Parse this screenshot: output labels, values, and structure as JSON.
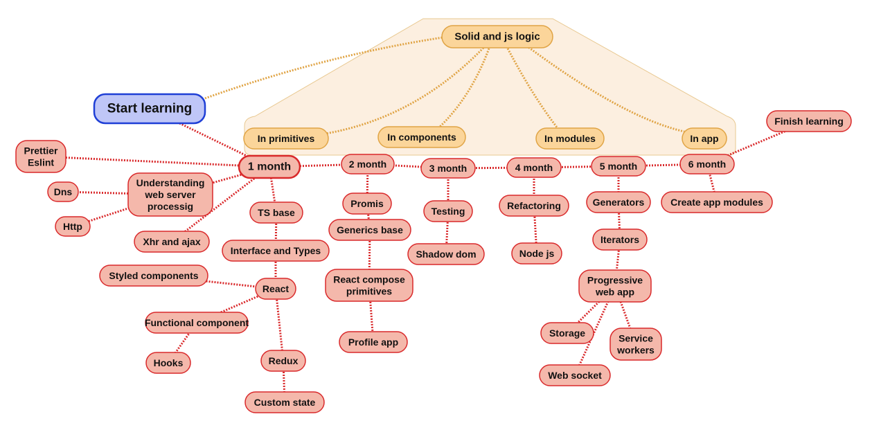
{
  "diagram": {
    "colors": {
      "node_fill": "#f4b8ab",
      "node_stroke": "#d9292b",
      "edge": "#d9292b",
      "group_fill": "#fcefe0",
      "group_stroke": "#e8c890",
      "group_node_fill": "#fbd59a",
      "group_node_stroke": "#e0a445",
      "group_edge": "#e0a445",
      "start_fill": "#bfc6f7",
      "start_stroke": "#1f3fd6"
    },
    "nodes": {
      "start": "Start learning",
      "solid": "Solid and js logic",
      "in_primitives": "In primitives",
      "in_components": "In components",
      "in_modules": "In modules",
      "in_app": "In app",
      "finish": "Finish learning",
      "m1": "1 month",
      "m2": "2 month",
      "m3": "3 month",
      "m4": "4 month",
      "m5": "5 month",
      "m6": "6 month",
      "prettier": [
        "Prettier",
        "Eslint"
      ],
      "dns": "Dns",
      "http": "Http",
      "web_server": [
        "Understanding",
        "web server",
        "processig"
      ],
      "xhr": "Xhr and ajax",
      "ts_base": "TS base",
      "interface": "Interface and Types",
      "react": "React",
      "styled": "Styled components",
      "functional": "Functional component",
      "hooks": "Hooks",
      "redux": "Redux",
      "custom_state": "Custom state",
      "promis": "Promis",
      "generics": "Generics base",
      "react_compose": [
        "React compose",
        "primitives"
      ],
      "profile_app": "Profile app",
      "testing": "Testing",
      "shadow_dom": "Shadow dom",
      "refactoring": "Refactoring",
      "node_js": "Node js",
      "generators": "Generators",
      "iterators": "Iterators",
      "pwa": [
        "Progressive",
        "web app"
      ],
      "storage": "Storage",
      "service_workers": [
        "Service",
        "workers"
      ],
      "web_socket": "Web socket",
      "create_app": "Create app modules"
    }
  }
}
